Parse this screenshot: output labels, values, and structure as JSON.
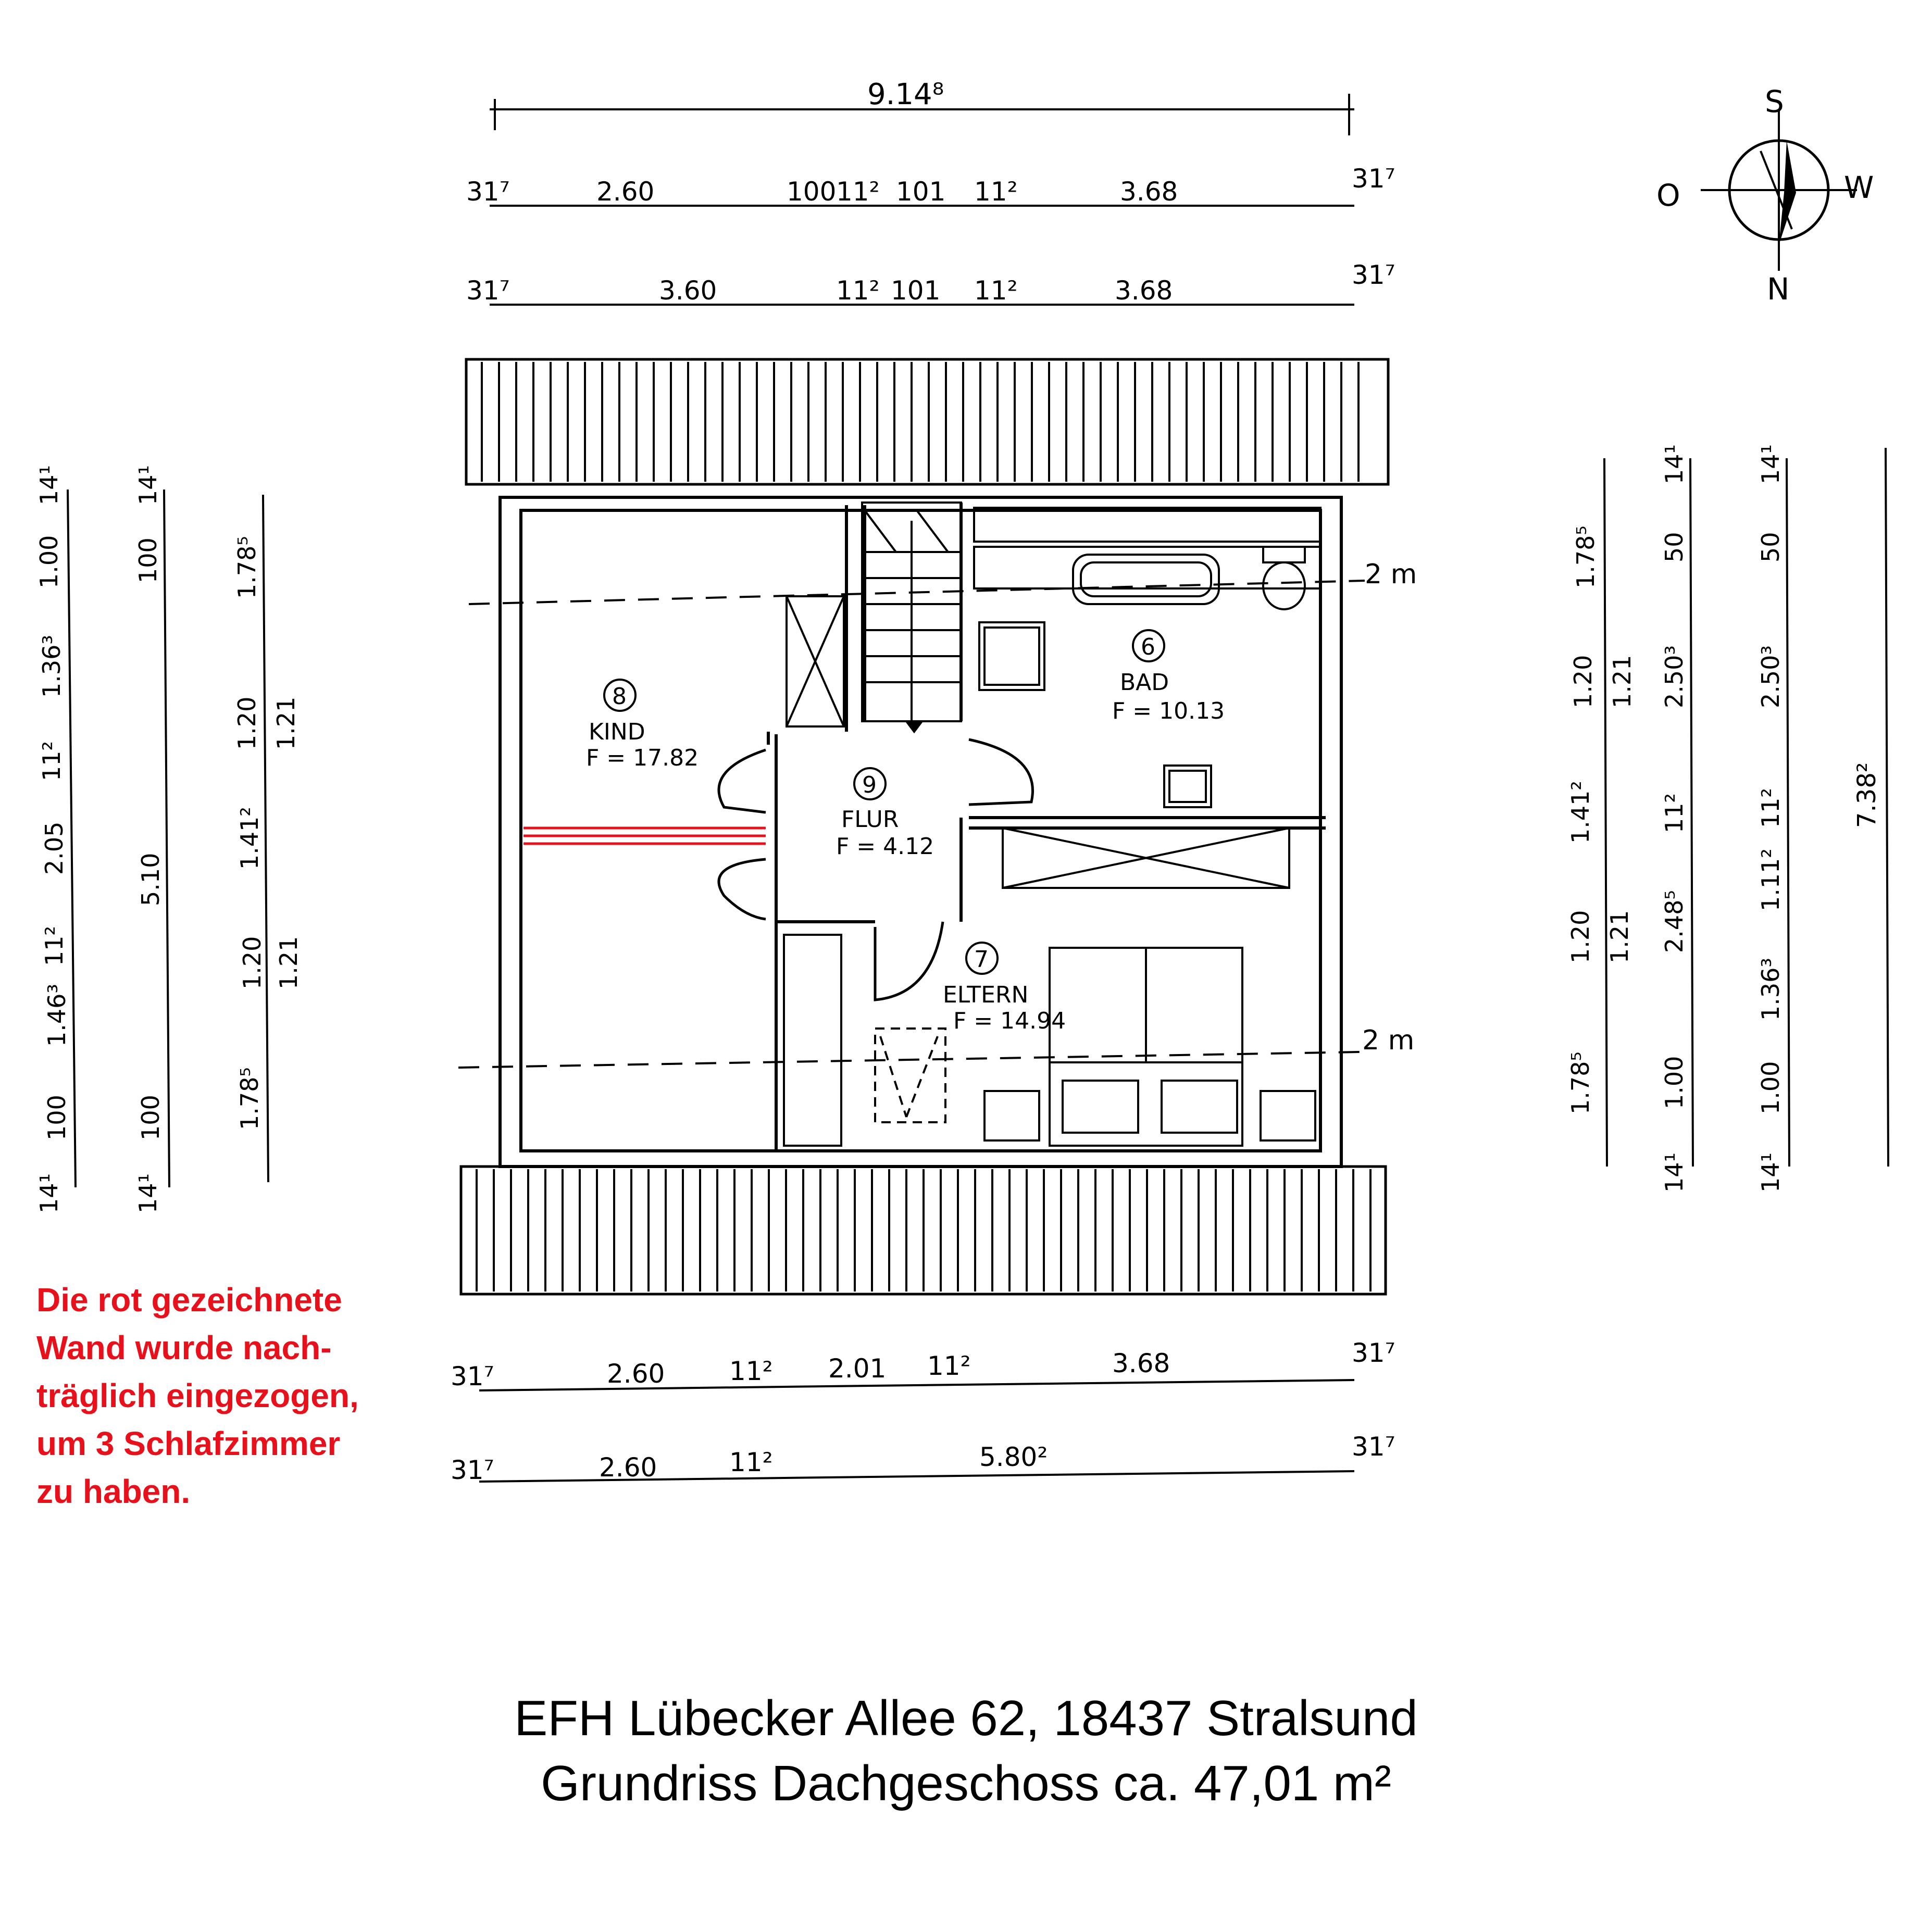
{
  "compass": {
    "south": "S",
    "west": "W",
    "east": "O",
    "north": "N",
    "icon": "compass-rose-icon"
  },
  "rooms": [
    {
      "number": "8",
      "name": "KIND",
      "area": "F = 17.82"
    },
    {
      "number": "9",
      "name": "FLUR",
      "area": "F = 4.12"
    },
    {
      "number": "6",
      "name": "BAD",
      "area": "F = 10.13"
    },
    {
      "number": "7",
      "name": "ELTERN",
      "area": "F = 14.94"
    }
  ],
  "height_marks": [
    "2 m",
    "2 m"
  ],
  "dims_top": {
    "total": "9.14⁸",
    "row1": [
      "31⁷",
      "2.60",
      "100",
      "11²",
      "101",
      "11²",
      "3.68",
      "31⁷"
    ],
    "row2": [
      "31⁷",
      "3.60",
      "11²",
      "101",
      "11²",
      "3.68",
      "31⁷"
    ]
  },
  "dims_bottom": {
    "row1": [
      "31⁷",
      "2.60",
      "11²",
      "2.01",
      "11²",
      "3.68",
      "31⁷"
    ],
    "row2": [
      "31⁷",
      "2.60",
      "11²",
      "5.80²",
      "31⁷"
    ]
  },
  "dims_left": {
    "col1": [
      "14¹",
      "100",
      "1.46³",
      "11²",
      "2.05",
      "11²",
      "1.36³",
      "1.00",
      "14¹"
    ],
    "col2": [
      "14¹",
      "100",
      "5.10",
      "100",
      "14¹"
    ],
    "col3": [
      "1.78⁵",
      "1.20",
      "1.21",
      "1.41²",
      "1.20",
      "1.21",
      "1.78⁵"
    ]
  },
  "dims_right": {
    "col1": [
      "1.78⁵",
      "1.20",
      "1.21",
      "1.41²",
      "1.20",
      "1.21",
      "1.78⁵"
    ],
    "col2": [
      "14¹",
      "50",
      "2.50³",
      "11²",
      "2.48⁵",
      "1.00",
      "14¹"
    ],
    "col3": [
      "14¹",
      "50",
      "2.50³",
      "11²",
      "1.11²",
      "1.36³",
      "1.00",
      "14¹"
    ],
    "col4": [
      "7.38²"
    ]
  },
  "note": [
    "Die rot gezeichnete",
    "Wand wurde nach-",
    "träglich eingezogen,",
    "um 3 Schlafzimmer",
    "zu haben."
  ],
  "footer": {
    "line1": "EFH Lübecker Allee 62, 18437 Stralsund",
    "line2": "Grundriss Dachgeschoss ca. 47,01 m²"
  },
  "colors": {
    "note": "#e8101a",
    "added_wall": "#e8101a",
    "ink": "#000000"
  }
}
